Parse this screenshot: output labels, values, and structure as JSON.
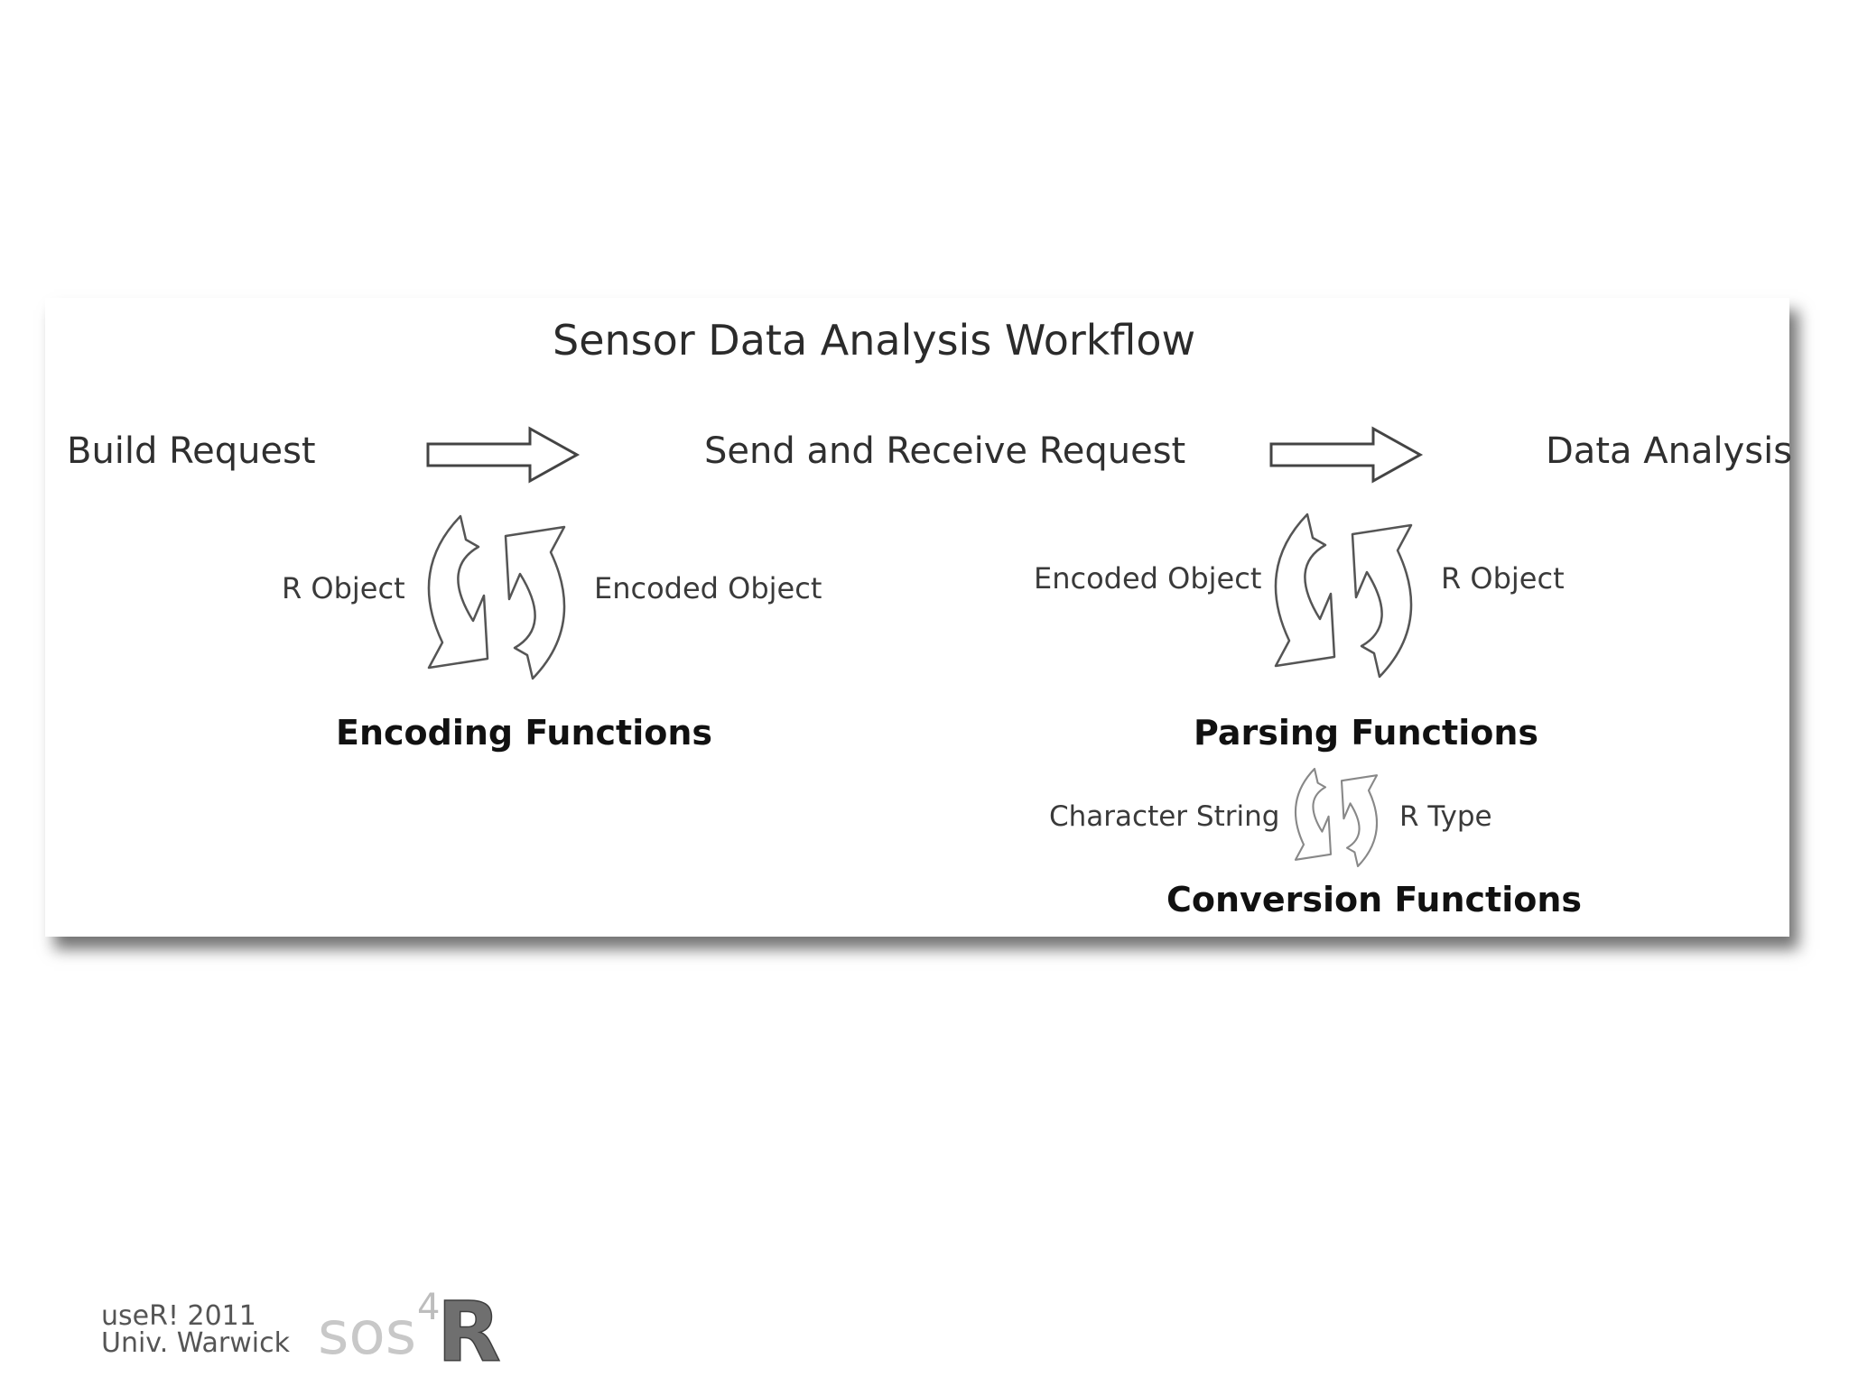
{
  "diagram": {
    "title": "Sensor Data Analysis  Workflow",
    "steps": {
      "build": "Build Request",
      "send": "Send and Receive Request",
      "analysis": "Data Analysis"
    },
    "encoding": {
      "left_label": "R Object",
      "right_label": "Encoded Object",
      "name": "Encoding Functions"
    },
    "parsing": {
      "left_label": "Encoded Object",
      "right_label": "R Object",
      "name": "Parsing Functions"
    },
    "conversion": {
      "left_label": "Character String",
      "right_label": "R Type",
      "name": "Conversion Functions"
    }
  },
  "footer": {
    "line1": "useR! 2011",
    "line2": "Univ. Warwick",
    "logo_text": "sos",
    "logo_sup": "4",
    "logo_r": "R"
  }
}
